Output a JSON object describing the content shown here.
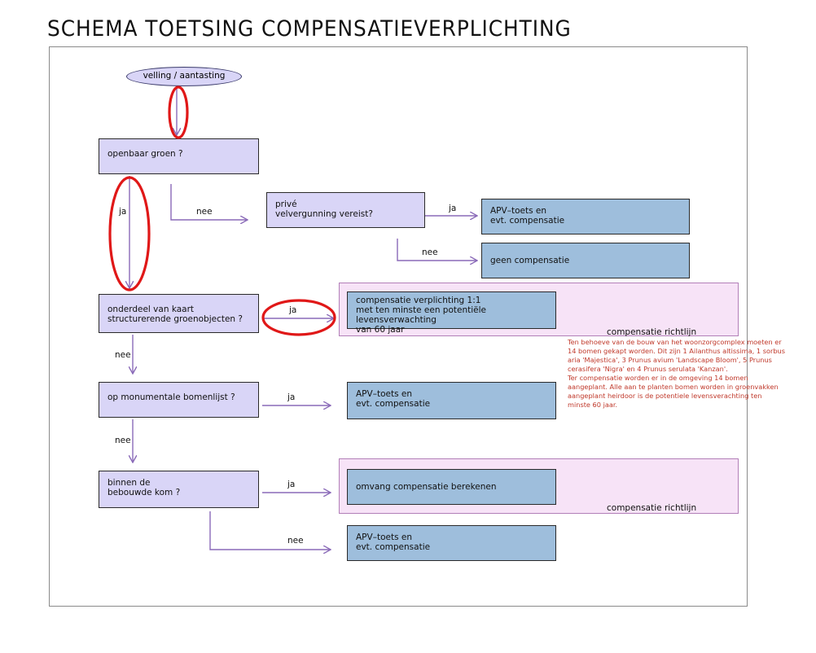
{
  "title": "SCHEMA TOETSING COMPENSATIEVERPLICHTING",
  "nodes": {
    "start": "velling / aantasting",
    "openbaar": "openbaar groen ?",
    "prive": "privé\nvelvergunning vereist?",
    "apv1": "APV–toets en\nevt. compensatie",
    "geen": "geen compensatie",
    "onderdeel": "onderdeel van kaart\nstructurerende groenobjecten ?",
    "verplicht": "compensatie verplichting 1:1\nmet ten minste een potentiële levensverwachting\nvan 60 jaar",
    "monumentaal": "op monumentale bomenlijst ?",
    "apv2": "APV–toets en\nevt. compensatie",
    "bebouwd": "binnen de\nbebouwde kom ?",
    "omvang": "omvang compensatie berekenen",
    "apv3": "APV–toets en\nevt. compensatie"
  },
  "labels": {
    "ja_openbaar": "ja",
    "nee_openbaar": "nee",
    "ja_prive": "ja",
    "nee_prive": "nee",
    "ja_onderdeel": "ja",
    "nee_onderdeel": "nee",
    "ja_monumentaal": "ja",
    "nee_monumentaal": "nee",
    "ja_bebouwd": "ja",
    "nee_bebouwd": "nee",
    "richtlijn_1": "compensatie richtlijn",
    "richtlijn_2": "compensatie richtlijn"
  },
  "note_lines": [
    "Ten behoeve van de bouw van het woonzorgcomplex moeten er",
    "14 bomen gekapt worden. Dit zijn 1 Ailanthus altissima, 1 sorbus",
    "aria 'Majestica', 3 Prunus avium 'Landscape Bloom', 5 Prunus",
    "cerasifera 'Nigra' en 4 Prunus serulata 'Kanzan'.",
    "Ter compensatie worden er in de omgeving 14 bomen",
    "aangeplant. Alle aan te planten bomen worden in groenvakken",
    "aangeplant heirdoor is de potentiele levensverachting ten",
    "minste 60 jaar."
  ],
  "colors": {
    "node_purple": "#d9d5f7",
    "node_blue": "#9ebedc",
    "zone_pink": "#f7e3f7",
    "arrow": "#8a6ab8",
    "highlight": "#e01818",
    "note_text": "#c0392b"
  }
}
